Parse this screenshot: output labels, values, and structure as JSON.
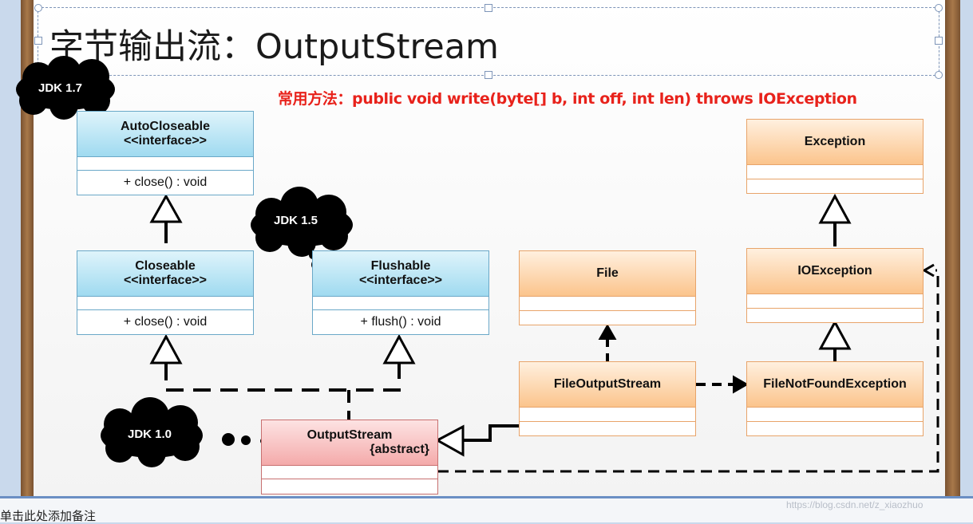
{
  "title": "字节输出流：OutputStream",
  "subtitle": "常用方法：public void write(byte[] b, int off, int len) throws IOException",
  "notes_placeholder": "单击此处添加备注",
  "watermark": "https://blog.csdn.net/z_xiaozhuo",
  "clouds": {
    "jdk17": "JDK 1.7",
    "jdk15": "JDK 1.5",
    "jdk10": "JDK 1.0"
  },
  "classes": {
    "autocloseable": {
      "name": "AutoCloseable",
      "stereotype": "<<interface>>",
      "method": "+ close() : void"
    },
    "closeable": {
      "name": "Closeable",
      "stereotype": "<<interface>>",
      "method": "+ close() : void"
    },
    "flushable": {
      "name": "Flushable",
      "stereotype": "<<interface>>",
      "method": "+ flush() : void"
    },
    "outputstream": {
      "name": "OutputStream",
      "stereotype": "{abstract}"
    },
    "file": {
      "name": "File"
    },
    "fileoutputstream": {
      "name": "FileOutputStream"
    },
    "exception": {
      "name": "Exception"
    },
    "ioexception": {
      "name": "IOException"
    },
    "filenotfoundexception": {
      "name": "FileNotFoundException"
    }
  },
  "colors": {
    "interface_fill": "#9fdaf0",
    "class_fill": "#fbc48c",
    "abstract_fill": "#f4aaaa",
    "subtitle": "#e8221b"
  }
}
